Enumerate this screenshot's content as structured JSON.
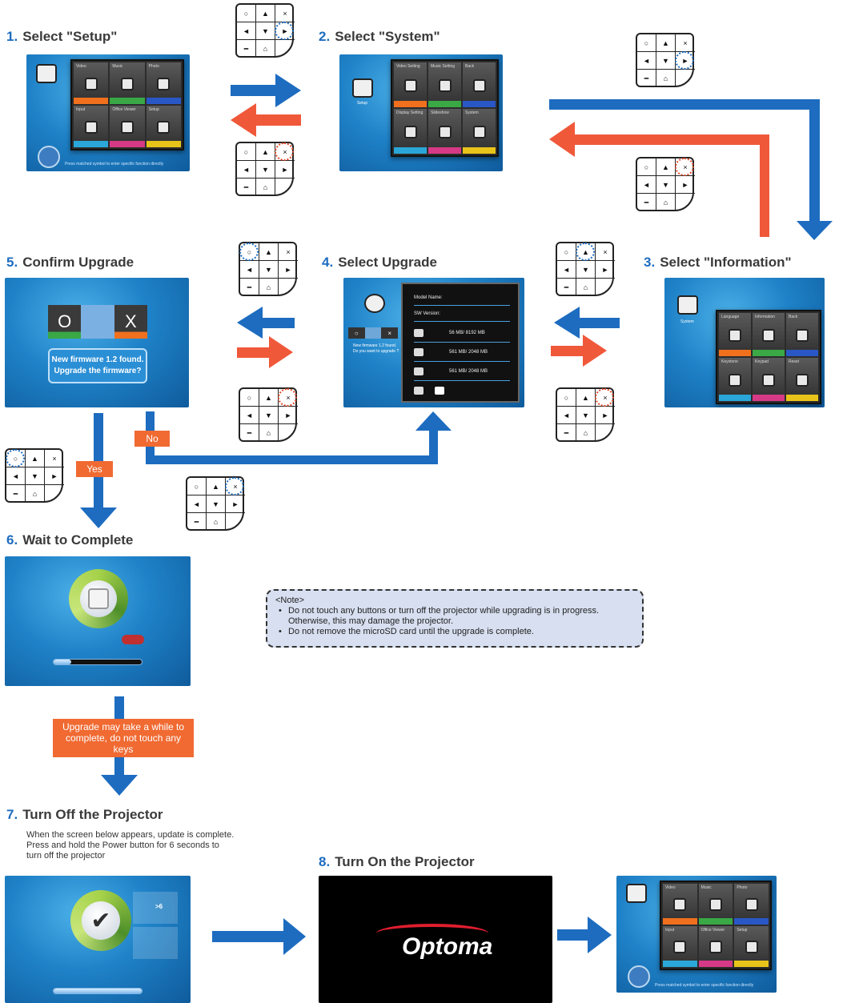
{
  "steps": [
    {
      "num": "1.",
      "title": "Select \"Setup\""
    },
    {
      "num": "2.",
      "title": "Select \"System\""
    },
    {
      "num": "3.",
      "title": "Select \"Information\""
    },
    {
      "num": "4.",
      "title": "Select Upgrade"
    },
    {
      "num": "5.",
      "title": "Confirm Upgrade"
    },
    {
      "num": "6.",
      "title": "Wait to Complete"
    },
    {
      "num": "7.",
      "title": "Turn Off the Projector"
    },
    {
      "num": "8.",
      "title": "Turn On the Projector"
    }
  ],
  "keypad": {
    "circle": "○",
    "up": "▲",
    "cross": "×",
    "left": "◄",
    "down": "▼",
    "right": "►",
    "minus": "━",
    "home": "⌂"
  },
  "menu_main": {
    "tiles": [
      "Video",
      "Music",
      "Photo",
      "Input",
      "Office Viewer",
      "Setup"
    ],
    "footer": "Press matched symbol to enter specific function directly"
  },
  "menu_setup": {
    "side_label": "Setup",
    "tiles": [
      "Video Setting",
      "Music Setting",
      "Back",
      "Display Setting",
      "Slideshow",
      "System"
    ]
  },
  "menu_system": {
    "side_label": "System",
    "tiles": [
      "Language",
      "Information",
      "Back",
      "Keystone",
      "Keypad",
      "Reset"
    ]
  },
  "upgrade_screen": {
    "model_label": "Model Name:",
    "sw_label": "SW Version:",
    "rows": [
      "56 MB/ 8192 MB",
      "561 MB/ 2048 MB",
      "561 MB/ 2048 MB"
    ],
    "small_prompt_1": "New firmware 1.2 found.",
    "small_prompt_2": "Do you want to upgrade ?"
  },
  "confirm_screen": {
    "o_label": "O",
    "x_label": "X",
    "bubble_line1": "New firmware 1.2 found.",
    "bubble_line2": "Upgrade the firmware?"
  },
  "tags": {
    "no": "No",
    "yes": "Yes",
    "wait": "Upgrade may take a while to complete, do not touch any keys"
  },
  "note": {
    "title": "<Note>",
    "items": [
      "Do not touch any buttons or turn off the projector while upgrading is in progress. Otherwise, this may damage the projector.",
      "Do not remove the microSD card until the upgrade is complete."
    ]
  },
  "step7_desc": "When the screen below appears, update is complete. Press and hold the Power button for 6 seconds to turn off the projector",
  "power_hint": ">6",
  "brand": "Optoma",
  "progress": {
    "wait": 0.2,
    "done": 1.0
  },
  "colors": {
    "blue": "#1d6cc0",
    "red": "#f0583a",
    "tag": "#f06a32"
  }
}
